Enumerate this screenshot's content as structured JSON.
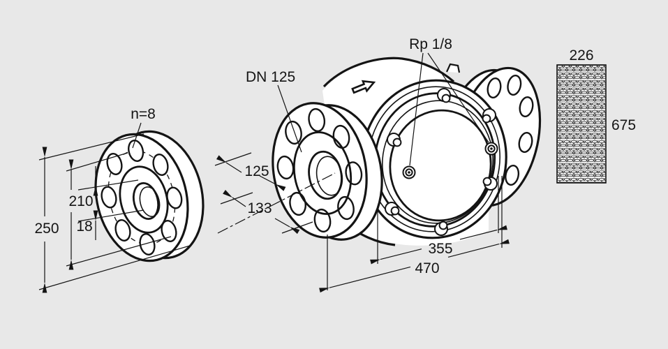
{
  "canvas": {
    "background_color": "#e8e8e8",
    "line_color": "#141414",
    "part_fill_color": "#ffffff"
  },
  "flange_detail_view": {
    "bolt_count_label": "n=8",
    "outer_diameter": "250",
    "bolt_circle_diameter": "210",
    "bolt_hole_diameter": "18"
  },
  "valve_view": {
    "nominal_size_label": "DN 125",
    "test_plug_thread_label": "Rp 1/8",
    "face_to_center_a": "125",
    "face_to_center_b": "133",
    "cover_to_flange_length": "355",
    "overall_length": "470"
  },
  "mesh_screen_view": {
    "width": "226",
    "length": "675"
  }
}
